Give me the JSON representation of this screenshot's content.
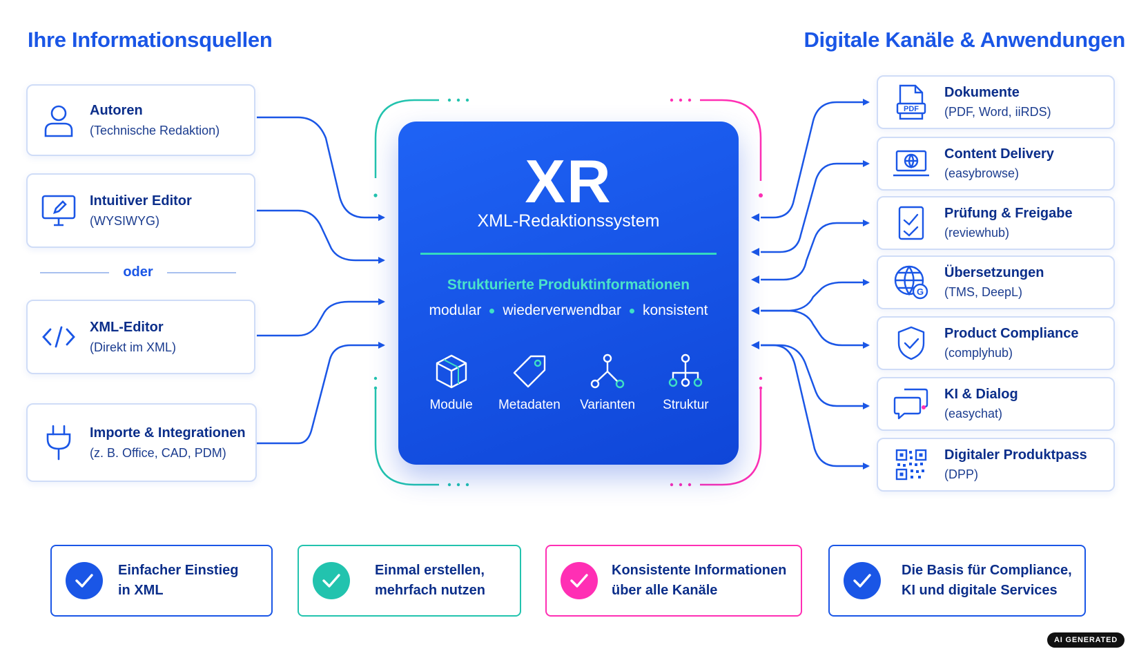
{
  "headings": {
    "left": "Ihre Informationsquellen",
    "right": "Digitale Kanäle & Anwendungen"
  },
  "sources": [
    {
      "title": "Autoren",
      "subtitle": "(Technische Redaktion)",
      "icon": "user-icon"
    },
    {
      "title": "Intuitiver Editor",
      "subtitle": "(WYSIWYG)",
      "icon": "monitor-pen-icon"
    },
    {
      "title": "XML-Editor",
      "subtitle": "(Direkt im XML)",
      "icon": "code-icon"
    },
    {
      "title": "Importe & Integrationen",
      "subtitle": "(z. B. Office, CAD, PDM)",
      "icon": "plug-icon"
    }
  ],
  "separator": "oder",
  "core": {
    "title": "XR",
    "subtitle": "XML-Redaktionssystem",
    "tagline": "Strukturierte Produktinformationen",
    "properties": [
      "modular",
      "wiederverwendbar",
      "konsistent"
    ],
    "features": [
      {
        "label": "Module",
        "icon": "cube-icon"
      },
      {
        "label": "Metadaten",
        "icon": "tag-icon"
      },
      {
        "label": "Varianten",
        "icon": "branch-icon"
      },
      {
        "label": "Struktur",
        "icon": "hierarchy-icon"
      }
    ]
  },
  "channels": [
    {
      "title": "Dokumente",
      "subtitle": "(PDF, Word, iiRDS)",
      "icon": "pdf-document-icon",
      "icon_text": "PDF"
    },
    {
      "title": "Content Delivery",
      "subtitle": "(easybrowse)",
      "icon": "laptop-globe-icon"
    },
    {
      "title": "Prüfung & Freigabe",
      "subtitle": "(reviewhub)",
      "icon": "checklist-icon"
    },
    {
      "title": "Übersetzungen",
      "subtitle": "(TMS, DeepL)",
      "icon": "globe-translate-icon",
      "icon_text": "G"
    },
    {
      "title": "Product Compliance",
      "subtitle": "(complyhub)",
      "icon": "shield-check-icon"
    },
    {
      "title": "KI & Dialog",
      "subtitle": "(easychat)",
      "icon": "chat-icon"
    },
    {
      "title": "Digitaler Produktpass",
      "subtitle": "(DPP)",
      "icon": "qr-code-icon"
    }
  ],
  "benefits": [
    {
      "line1": "Einfacher Einstieg",
      "line2": "in XML",
      "color": "#1a56e6"
    },
    {
      "line1": "Einmal erstellen,",
      "line2": "mehrfach nutzen",
      "color": "#22c3ae"
    },
    {
      "line1": "Konsistente Informationen",
      "line2": "über alle Kanäle",
      "color": "#ff2fb4"
    },
    {
      "line1": "Die Basis für Compliance,",
      "line2": "KI und digitale Services",
      "color": "#1a56e6"
    }
  ],
  "badge": "AI GENERATED",
  "colors": {
    "primary": "#1a56e6",
    "teal": "#22c3ae",
    "magenta": "#ff2fb4",
    "navy": "#0b2e8a"
  }
}
